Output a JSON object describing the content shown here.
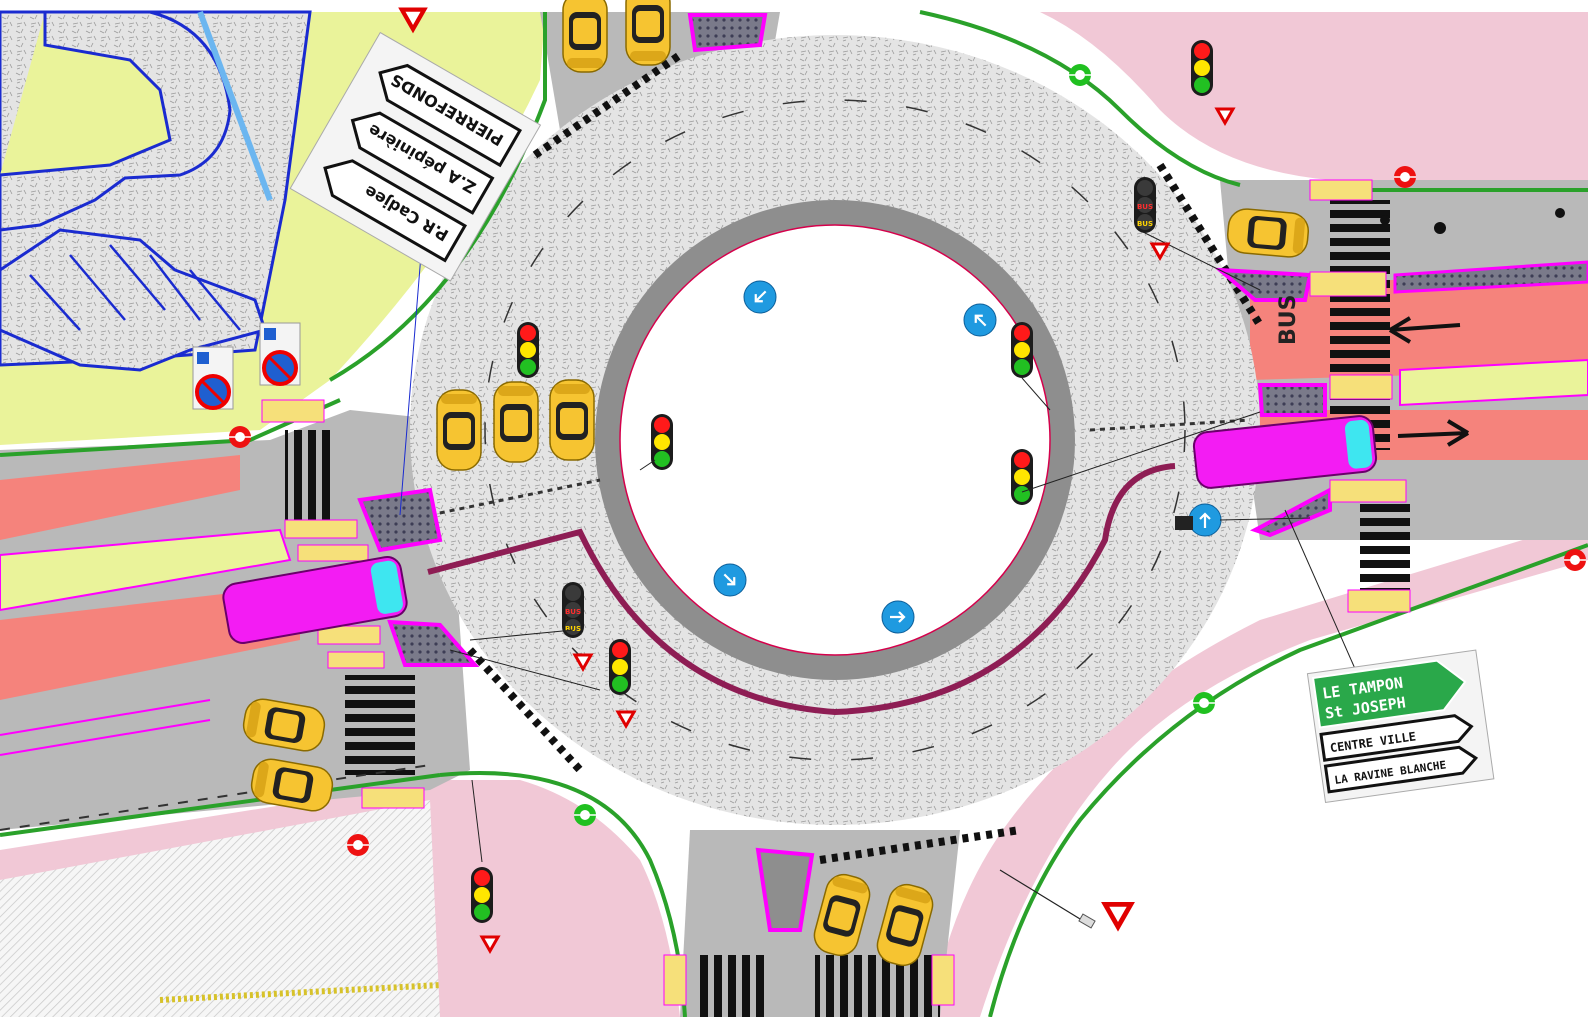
{
  "colors": {
    "road": "#b9b9b9",
    "road_dark": "#8e8e8e",
    "ring_pavement": "#e2e2e2",
    "island": "#ffffff",
    "verge": "#eaf39a",
    "sidewalk": "#f1c8d6",
    "bus_lane": "#f5837c",
    "curb_green": "#2aa12a",
    "curb_magenta": "#ff00ff",
    "crosswalk": "#111111",
    "car": "#f6c431",
    "bus": "#f31cf3",
    "bus_line": "#8e1d54",
    "sign_blue": "#1f9ae0",
    "sign_green": "#2aa84a"
  },
  "signs": {
    "left_post": [
      "P.R Cadjee",
      "Z.A pépinière",
      "PIERREFONDS"
    ],
    "right_post": {
      "green_panel": [
        "LE TAMPON",
        "St JOSEPH"
      ],
      "white_panels": [
        "CENTRE VILLE",
        "LA RAVINE BLANCHE"
      ]
    }
  },
  "markings": {
    "bus_lane_label": "BUS",
    "signal_bus_label": "BUS"
  },
  "icons": [
    "traffic-light-icon",
    "bus-traffic-light-icon",
    "give-way-triangle-icon",
    "mandatory-direction-sign-icon",
    "no-parking-sign-icon",
    "camera-marker-icon",
    "car-icon",
    "bus-icon",
    "direction-arrow-icon"
  ]
}
